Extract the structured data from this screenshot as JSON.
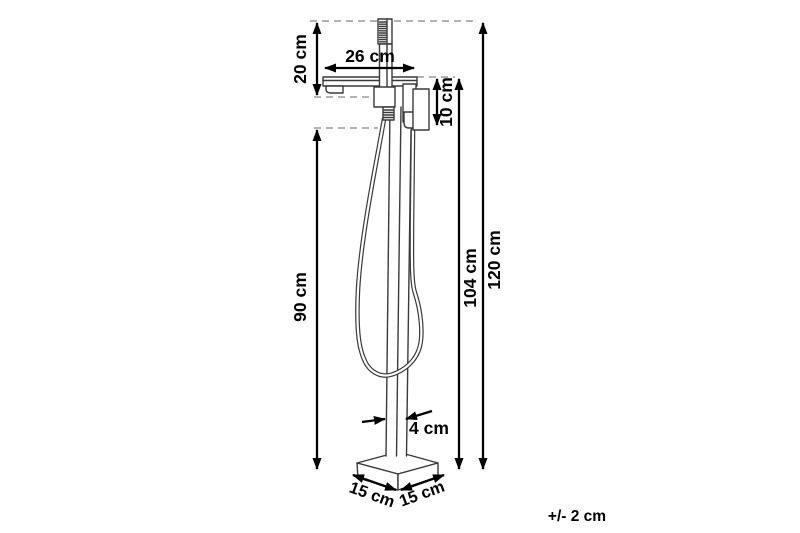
{
  "colors": {
    "ink": "#000000",
    "drawing_line": "#3a3a3a",
    "extension_line": "#9a9a9a",
    "background": "#ffffff"
  },
  "diagram": {
    "labels": {
      "shower_section_height": "20 cm",
      "spout_length": "26 cm",
      "valve_section_height": "10 cm",
      "floor_to_hose_outlet": "90 cm",
      "floor_to_spout": "104 cm",
      "overall_height": "120 cm",
      "column_width": "4 cm",
      "base_side_left": "15 cm",
      "base_side_right": "15 cm",
      "tolerance": "+/- 2 cm"
    }
  }
}
